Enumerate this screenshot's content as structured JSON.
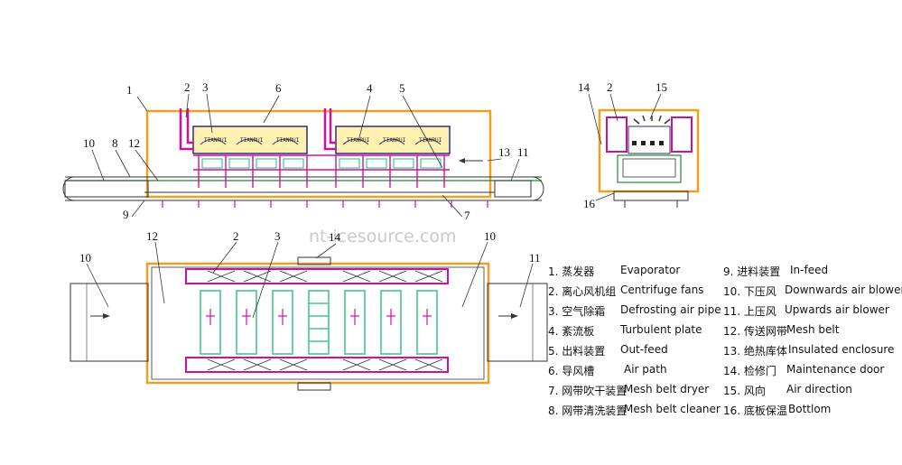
{
  "watermark": "nt-icesource.com",
  "labels": {
    "side_view": [
      "1",
      "2",
      "3",
      "6",
      "4",
      "5",
      "10",
      "8",
      "12",
      "13",
      "11",
      "9",
      "7"
    ],
    "end_view": [
      "14",
      "2",
      "15",
      "16"
    ],
    "plan_view": [
      "12",
      "2",
      "3",
      "14",
      "10",
      "11",
      "10"
    ]
  },
  "panel_text": [
    "TIANRUI",
    "TIANRUI",
    "TIANRUI",
    "TIANRUI",
    "TIANRUI",
    "TIANRUI"
  ],
  "legend_left": [
    {
      "zh": "1. 蒸发器",
      "en": "Evaporator"
    },
    {
      "zh": "2. 离心风机组",
      "en": "Centrifuge fans"
    },
    {
      "zh": "3. 空气除霜",
      "en": "Defrosting air pipe"
    },
    {
      "zh": "4. 紊流板",
      "en": "Turbulent plate"
    },
    {
      "zh": "5. 出料装置",
      "en": "Out-feed"
    },
    {
      "zh": "6. 导风槽",
      "en": "Air path"
    },
    {
      "zh": "7. 网带吹干装置",
      "en": "Mesh belt dryer"
    },
    {
      "zh": "8. 网带清洗装置",
      "en": "Mesh belt cleaner"
    }
  ],
  "legend_right": [
    {
      "zh": "9. 进料装置",
      "en": "In-feed"
    },
    {
      "zh": "10. 下压风",
      "en": "Downwards air  blower"
    },
    {
      "zh": "11. 上压风",
      "en": "Upwards air  blower"
    },
    {
      "zh": "12. 传送网带",
      "en": "Mesh belt"
    },
    {
      "zh": "13. 绝热库体",
      "en": "Insulated enclosure"
    },
    {
      "zh": "14. 检修门",
      "en": "Maintenance  door"
    },
    {
      "zh": "15. 风向",
      "en": "Air direction"
    },
    {
      "zh": "16. 底板保温",
      "en": "Bottlom"
    }
  ],
  "colors": {
    "enclosure": "#f0a020",
    "frame": "#2a2a8a",
    "fan": "#d0109a",
    "belt": "#208a30",
    "plate": "#40c890",
    "evaporator": "#fff2b0",
    "line": "#333333"
  }
}
